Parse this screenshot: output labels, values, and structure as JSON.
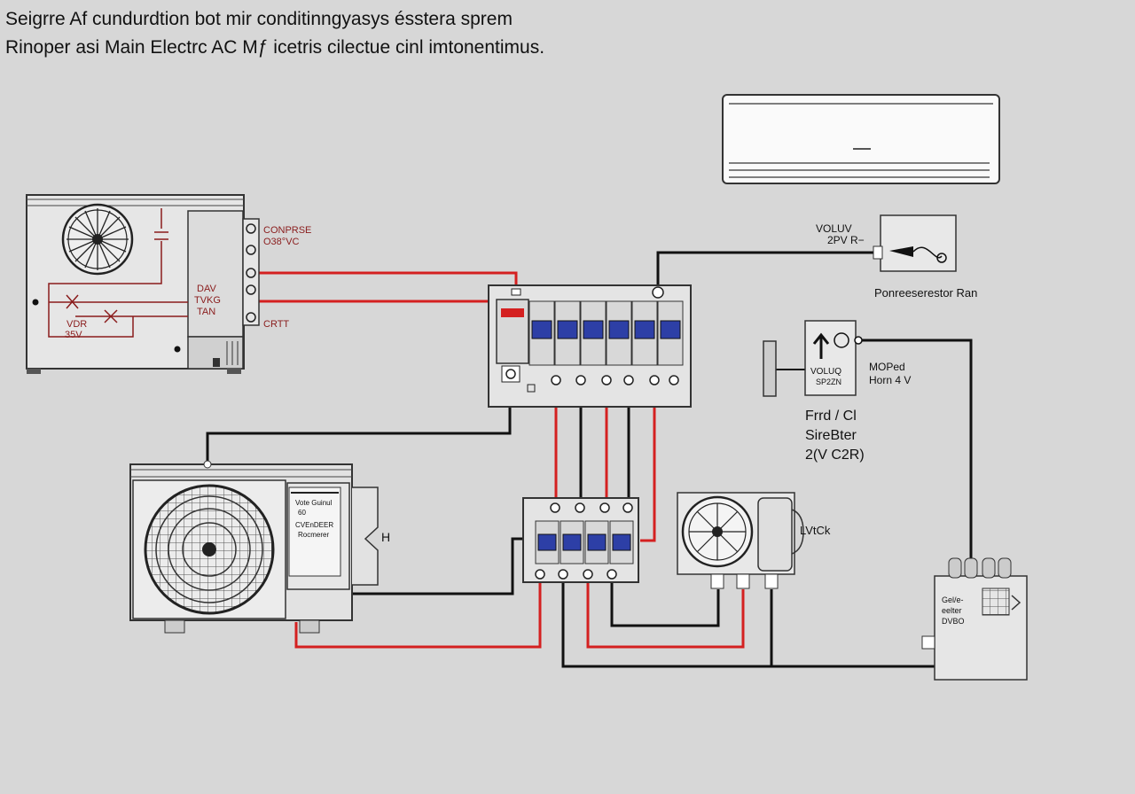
{
  "header": {
    "line1": "Seigrre Af cundurdtion bot mir conditinngyasys ésstera sprem",
    "line2": "Rinoper asi Main Electrc AC Mƒ icetris cilectue cinl imtonentimus."
  },
  "outdoor_unit_1": {
    "label_conprse": "CONPRSE",
    "label_voltage": "O38°VC",
    "label_dav": "DAV",
    "label_tvkg": "TVKG",
    "label_tan": "TAN",
    "label_crtt": "CRTT",
    "label_vdr": "VDR",
    "label_35v": "35V"
  },
  "pressure_box": {
    "label_volt": "VOLUV",
    "label_2pv": "2PV R−",
    "caption": "Ponreeserestor Ran"
  },
  "motor_box": {
    "label_volt": "VOLUQ",
    "label_sub": "SP2ZN",
    "label_mopbed": "MOPed",
    "label_horn": "Horn 4 V"
  },
  "side_note": {
    "line1": "Frrd / Cl",
    "line2": "SireBter",
    "line3": "2(V C2R)"
  },
  "outdoor_unit_2": {
    "label_h": "H",
    "panel_line1": "Vote Guinul",
    "panel_line2": "60",
    "panel_line3": "CVEnDEER",
    "panel_line4": "Rocmerer"
  },
  "fan_unit_small": {
    "label": "LVtCk"
  },
  "control_box": {
    "line1": "Gel/e-",
    "line2": "eelter",
    "line3": "DVBO"
  },
  "colors": {
    "background": "#d7d7d7",
    "wire_live": "#d42020",
    "wire_neutral": "#111111",
    "breaker_blue": "#2d3fa6",
    "label_red": "#8a1c1c"
  }
}
